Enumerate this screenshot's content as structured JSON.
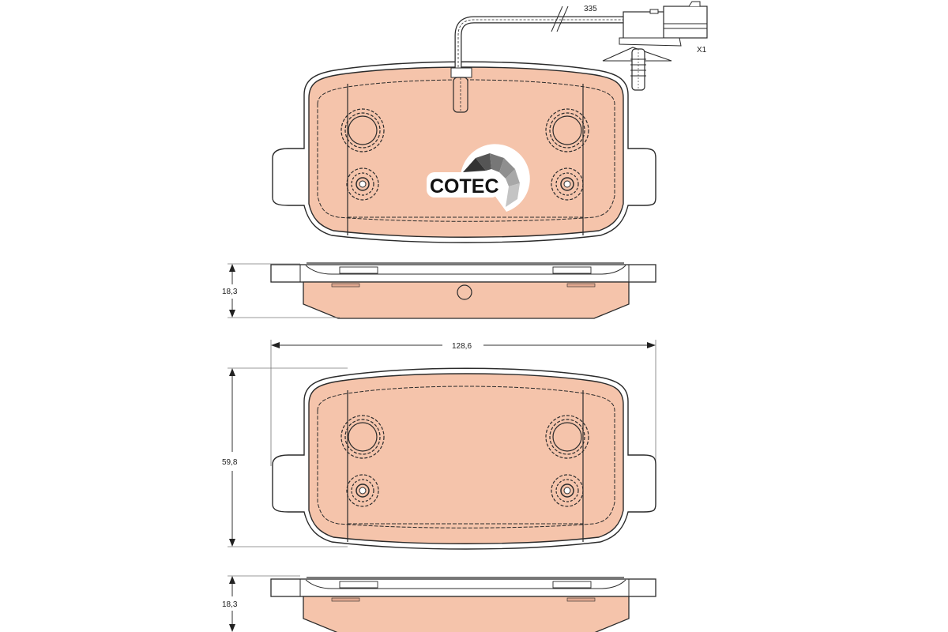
{
  "drawing": {
    "subject": "brake pad set",
    "colors": {
      "friction": "#f5c4ab",
      "outline": "#2b2b2b",
      "backing": "#ffffff",
      "dimension_line": "#555555"
    },
    "wear_sensor": {
      "length_label": "335",
      "connector_label": "X1"
    },
    "logo": {
      "text": "COTEC"
    },
    "dimensions": {
      "thickness_top": "18,3",
      "width": "128,6",
      "height": "59,8",
      "thickness_bottom": "18,3"
    }
  }
}
